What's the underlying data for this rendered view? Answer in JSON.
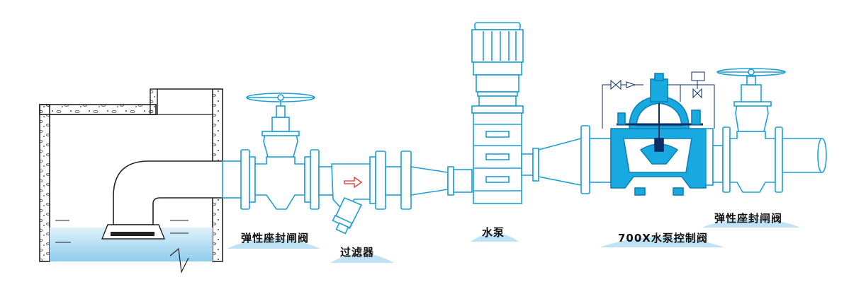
{
  "labels": {
    "gate_valve_left": "弹性座封闸阀",
    "strainer": "过滤器",
    "pump": "水泵",
    "control_valve": "700X水泵控制阀",
    "gate_valve_right": "弹性座封闸阀"
  },
  "colors": {
    "outline": "#1c9fd6",
    "outline_dark": "#0c2c66",
    "water": "#bfe3f5",
    "accent_fill": "#19a9e1",
    "tank_stroke": "#222222",
    "label_glow": "#c9e8f6",
    "arrow": "#e4322b"
  }
}
